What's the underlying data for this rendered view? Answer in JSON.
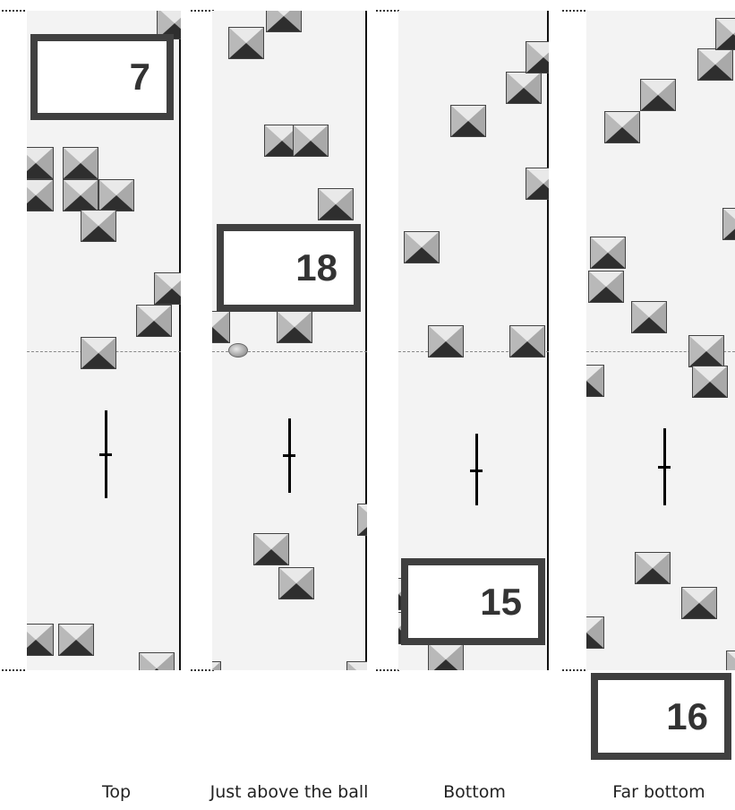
{
  "scores": {
    "top": "7",
    "just_above_ball": "18",
    "bottom": "15",
    "far_bottom": "16"
  },
  "captions": {
    "top": "Top",
    "just_above_ball": "Just above the ball",
    "bottom": "Bottom",
    "far_bottom": "Far bottom"
  }
}
